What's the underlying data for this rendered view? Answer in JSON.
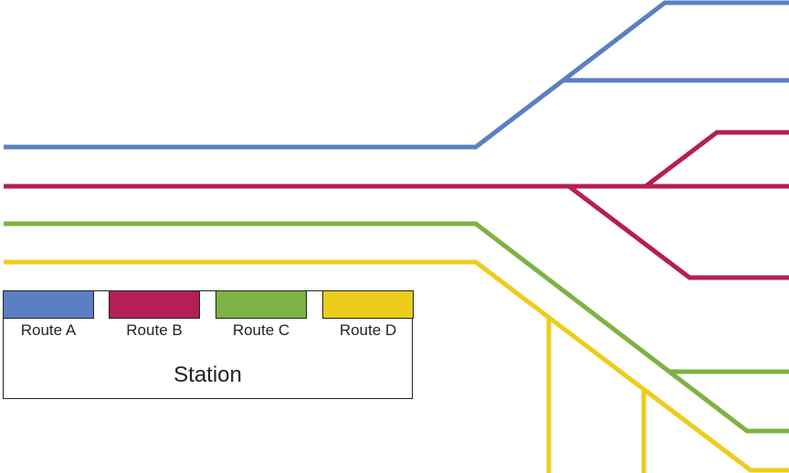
{
  "station": {
    "name": "Station",
    "routes": [
      {
        "label": "Route A",
        "color": "#5a7fc3"
      },
      {
        "label": "Route B",
        "color": "#b51e56"
      },
      {
        "label": "Route C",
        "color": "#7cb342"
      },
      {
        "label": "Route D",
        "color": "#eccd1c"
      }
    ]
  }
}
